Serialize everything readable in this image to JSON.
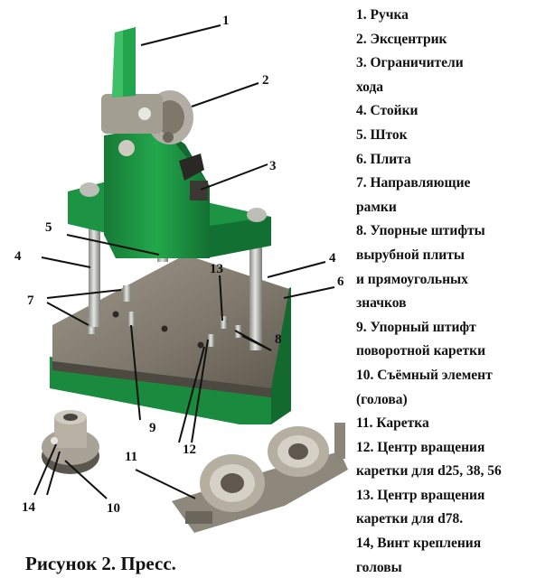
{
  "legend": [
    "1. Ручка",
    "2. Эксцентрик",
    "3. Ограничители",
    "хода",
    "4. Стойки",
    "5. Шток",
    "6. Плита",
    "7. Направляющие",
    "рамки",
    "8. Упорные штифты",
    "вырубной плиты",
    "и прямоугольных",
    "значков",
    "9. Упорный штифт",
    "поворотной каретки",
    "10. Съёмный элемент",
    "(голова)",
    "11. Каретка",
    "12. Центр вращения",
    "каретки для d25, 38, 56",
    "13. Центр вращения",
    "каретки для d78.",
    "14, Винт крепления",
    "головы"
  ],
  "callouts": [
    "1",
    "2",
    "3",
    "4",
    "4",
    "5",
    "6",
    "7",
    "8",
    "9",
    "10",
    "11",
    "12",
    "13",
    "14"
  ],
  "caption": "Рисунок 2.  Пресс.",
  "colors": {
    "press_green": "#1f9a45",
    "steel": "#8c8679",
    "steel_dark": "#5e584e",
    "label": "#111111"
  }
}
